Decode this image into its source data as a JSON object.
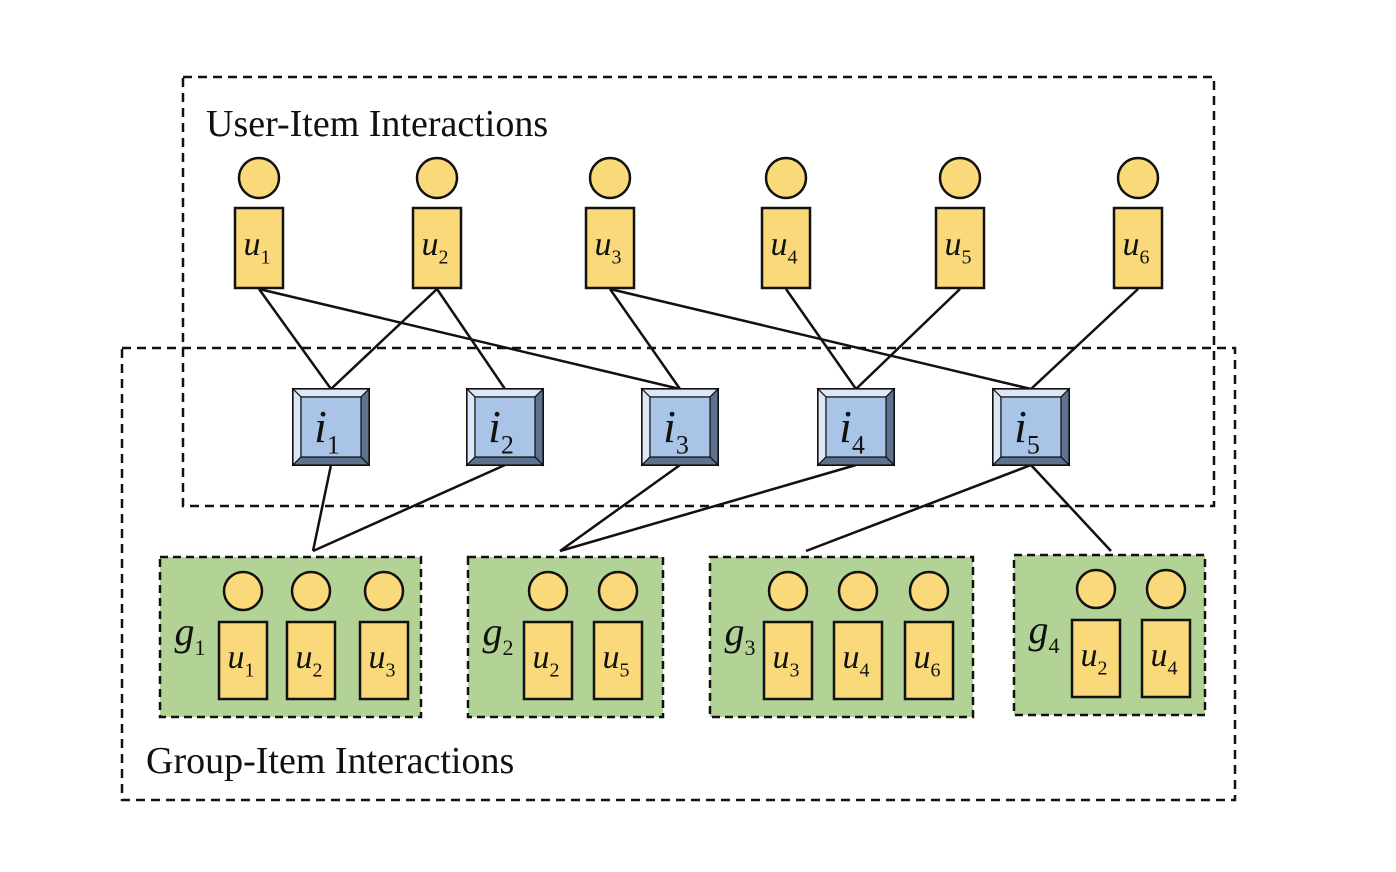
{
  "diagram": {
    "user_item_label": "User-Item Interactions",
    "group_item_label": "Group-Item Interactions",
    "users": [
      {
        "id": "u1",
        "letter": "u",
        "sub": "1"
      },
      {
        "id": "u2",
        "letter": "u",
        "sub": "2"
      },
      {
        "id": "u3",
        "letter": "u",
        "sub": "3"
      },
      {
        "id": "u4",
        "letter": "u",
        "sub": "4"
      },
      {
        "id": "u5",
        "letter": "u",
        "sub": "5"
      },
      {
        "id": "u6",
        "letter": "u",
        "sub": "6"
      }
    ],
    "items": [
      {
        "id": "i1",
        "letter": "i",
        "sub": "1"
      },
      {
        "id": "i2",
        "letter": "i",
        "sub": "2"
      },
      {
        "id": "i3",
        "letter": "i",
        "sub": "3"
      },
      {
        "id": "i4",
        "letter": "i",
        "sub": "4"
      },
      {
        "id": "i5",
        "letter": "i",
        "sub": "5"
      }
    ],
    "groups": [
      {
        "id": "g1",
        "letter": "g",
        "sub": "1",
        "members": [
          {
            "letter": "u",
            "sub": "1"
          },
          {
            "letter": "u",
            "sub": "2"
          },
          {
            "letter": "u",
            "sub": "3"
          }
        ]
      },
      {
        "id": "g2",
        "letter": "g",
        "sub": "2",
        "members": [
          {
            "letter": "u",
            "sub": "2"
          },
          {
            "letter": "u",
            "sub": "5"
          }
        ]
      },
      {
        "id": "g3",
        "letter": "g",
        "sub": "3",
        "members": [
          {
            "letter": "u",
            "sub": "3"
          },
          {
            "letter": "u",
            "sub": "4"
          },
          {
            "letter": "u",
            "sub": "6"
          }
        ]
      },
      {
        "id": "g4",
        "letter": "g",
        "sub": "4",
        "members": [
          {
            "letter": "u",
            "sub": "2"
          },
          {
            "letter": "u",
            "sub": "4"
          }
        ]
      }
    ],
    "user_item_edges": [
      [
        "u1",
        "i1"
      ],
      [
        "u1",
        "i3"
      ],
      [
        "u2",
        "i1"
      ],
      [
        "u2",
        "i2"
      ],
      [
        "u3",
        "i3"
      ],
      [
        "u3",
        "i5"
      ],
      [
        "u4",
        "i4"
      ],
      [
        "u5",
        "i4"
      ],
      [
        "u6",
        "i5"
      ]
    ],
    "group_item_edges": [
      [
        "i1",
        "g1"
      ],
      [
        "i2",
        "g1"
      ],
      [
        "i3",
        "g2"
      ],
      [
        "i4",
        "g2"
      ],
      [
        "i5",
        "g3"
      ],
      [
        "i5",
        "g4"
      ]
    ],
    "colors": {
      "user_fill": "#f9d97a",
      "item_fill": "#a9c4e6",
      "item_bevel_light": "#dce8f6",
      "item_bevel_dark": "#5d7290",
      "group_fill": "#b3d396",
      "stroke": "#111111"
    }
  }
}
